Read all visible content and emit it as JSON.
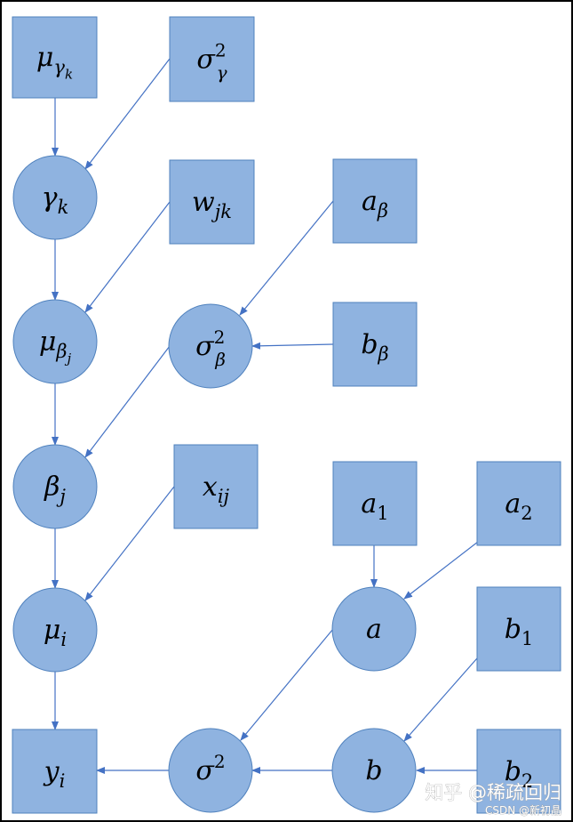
{
  "colors": {
    "node_fill": "#8fb3e0",
    "node_stroke": "#4f81bd",
    "edge": "#4472c4",
    "frame": "#000000"
  },
  "nodes": {
    "mu_gamma_k": {
      "shape": "box",
      "base": "μ",
      "sub": "γ",
      "subsub": "k"
    },
    "sigma2_gamma": {
      "shape": "box",
      "base": "σ",
      "sup": "2",
      "sub": "γ"
    },
    "gamma_k": {
      "shape": "circle",
      "base": "γ",
      "sub": "k"
    },
    "w_jk": {
      "shape": "box",
      "base": "w",
      "sub": "jk"
    },
    "a_beta": {
      "shape": "box",
      "base": "a",
      "sub": "β"
    },
    "mu_beta_j": {
      "shape": "circle",
      "base": "μ",
      "sub": "β",
      "subsub": "j"
    },
    "sigma2_beta": {
      "shape": "circle",
      "base": "σ",
      "sup": "2",
      "sub": "β"
    },
    "b_beta": {
      "shape": "box",
      "base": "b",
      "sub": "β"
    },
    "beta_j": {
      "shape": "circle",
      "base": "β",
      "sub": "j"
    },
    "x_ij": {
      "shape": "box",
      "base": "x",
      "sub": "ij"
    },
    "a_1": {
      "shape": "box",
      "base": "a",
      "sub": "1"
    },
    "a_2": {
      "shape": "box",
      "base": "a",
      "sub": "2"
    },
    "mu_i": {
      "shape": "circle",
      "base": "μ",
      "sub": "i"
    },
    "a": {
      "shape": "circle",
      "base": "a"
    },
    "b_1": {
      "shape": "box",
      "base": "b",
      "sub": "1"
    },
    "y_i": {
      "shape": "box",
      "base": "y",
      "sub": "i"
    },
    "sigma2": {
      "shape": "circle",
      "base": "σ",
      "sup": "2"
    },
    "b": {
      "shape": "circle",
      "base": "b"
    },
    "b_2": {
      "shape": "box",
      "base": "b",
      "sub": "2"
    }
  },
  "edges": [
    {
      "from": "mu_gamma_k",
      "to": "gamma_k"
    },
    {
      "from": "sigma2_gamma",
      "to": "gamma_k"
    },
    {
      "from": "gamma_k",
      "to": "mu_beta_j"
    },
    {
      "from": "w_jk",
      "to": "mu_beta_j"
    },
    {
      "from": "a_beta",
      "to": "sigma2_beta"
    },
    {
      "from": "b_beta",
      "to": "sigma2_beta"
    },
    {
      "from": "mu_beta_j",
      "to": "beta_j"
    },
    {
      "from": "sigma2_beta",
      "to": "beta_j"
    },
    {
      "from": "beta_j",
      "to": "mu_i"
    },
    {
      "from": "x_ij",
      "to": "mu_i"
    },
    {
      "from": "mu_i",
      "to": "y_i"
    },
    {
      "from": "a_1",
      "to": "a"
    },
    {
      "from": "a_2",
      "to": "a"
    },
    {
      "from": "a",
      "to": "sigma2"
    },
    {
      "from": "b_1",
      "to": "b"
    },
    {
      "from": "b_2",
      "to": "b"
    },
    {
      "from": "b",
      "to": "sigma2"
    },
    {
      "from": "sigma2",
      "to": "y_i"
    }
  ],
  "watermark": {
    "line1": "知乎 @稀疏回归",
    "line2": "CSDN @新初晶"
  }
}
